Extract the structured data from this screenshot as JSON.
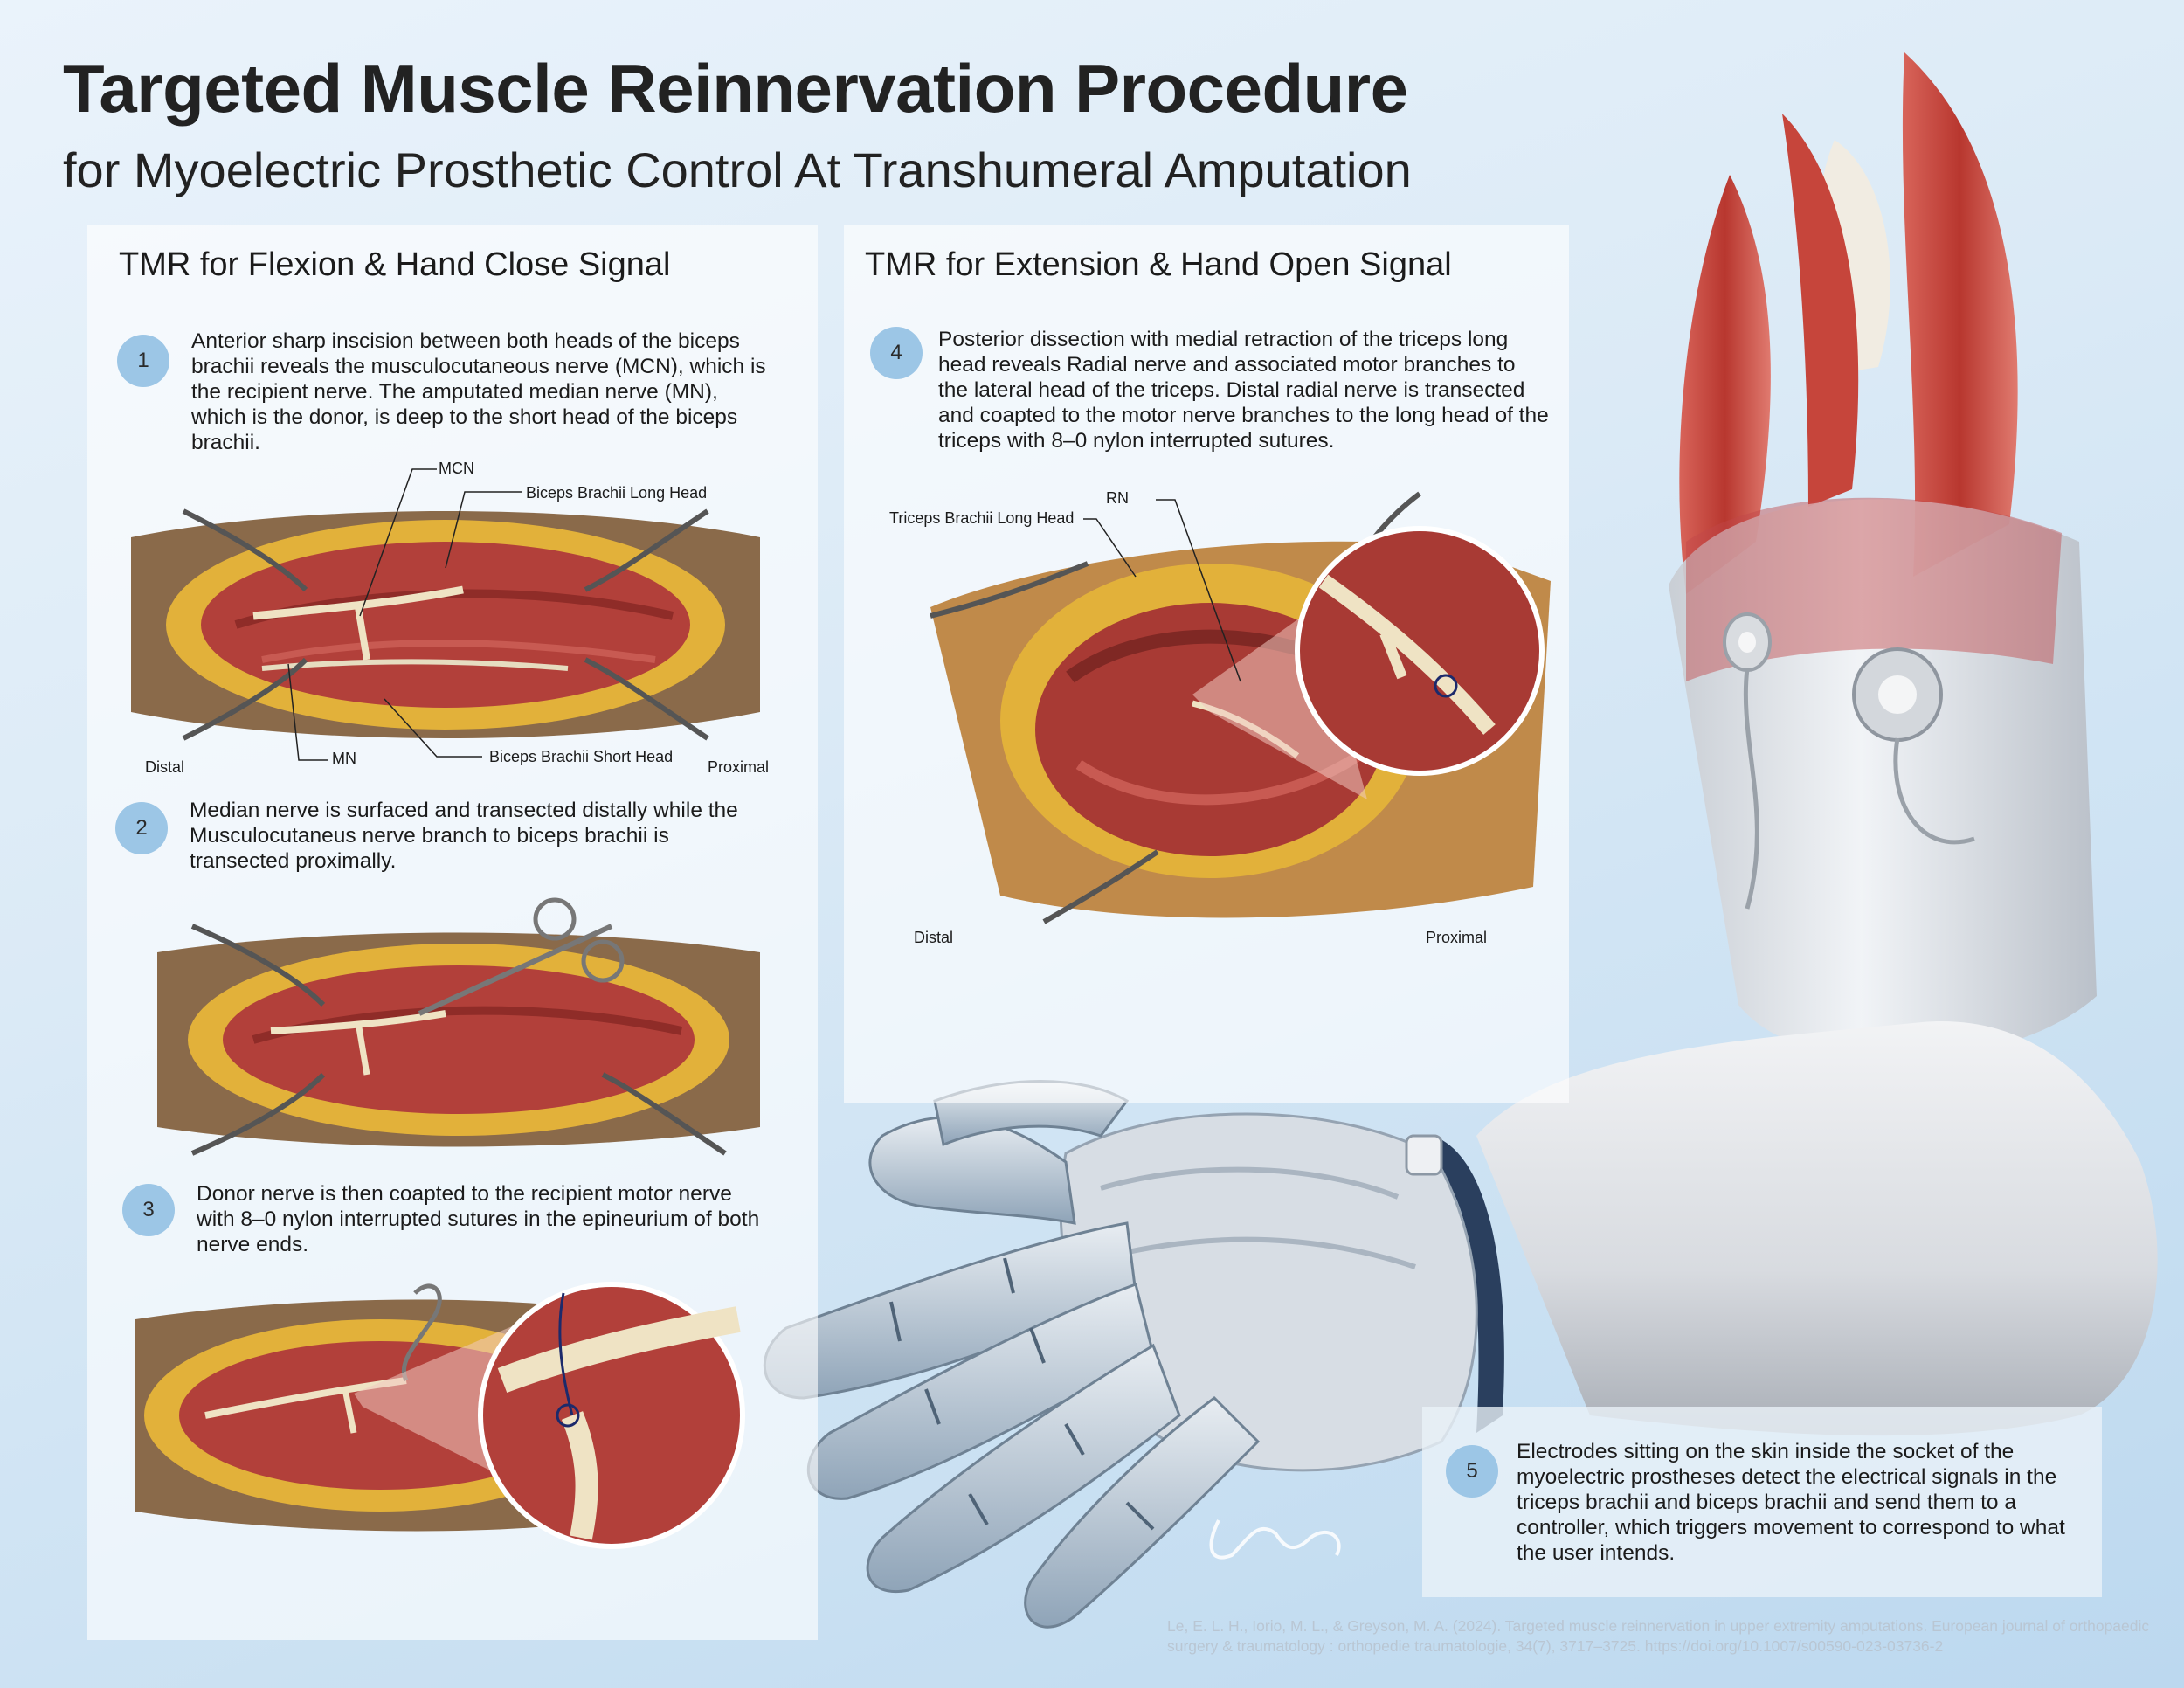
{
  "title": "Targeted Muscle Reinnervation Procedure",
  "subtitle": "for Myoelectric Prosthetic Control At Transhumeral Amputation",
  "panel_flexion": {
    "heading": "TMR for Flexion & Hand Close Signal",
    "steps": [
      {
        "number": "1",
        "text": "Anterior sharp inscision between both heads of the biceps brachii reveals the musculocutaneous nerve (MCN), which is the recipient nerve. The amputated median nerve (MN), which is the donor, is deep to the short head of the biceps brachii."
      },
      {
        "number": "2",
        "text": "Median nerve is surfaced and transected distally while the Musculocutaneus nerve branch to biceps brachii is transected proximally."
      },
      {
        "number": "3",
        "text": "Donor nerve is then coapted to the recipient motor nerve with 8–0 nylon interrupted sutures in the epineurium of both nerve ends."
      }
    ],
    "labels": {
      "mcn": "MCN",
      "biceps_long": "Biceps Brachii Long Head",
      "mn": "MN",
      "biceps_short": "Biceps Brachii Short Head",
      "distal": "Distal",
      "proximal": "Proximal"
    }
  },
  "panel_extension": {
    "heading": "TMR for Extension & Hand Open Signal",
    "step": {
      "number": "4",
      "text": "Posterior dissection with medial retraction of the triceps long head reveals Radial nerve and associated motor branches to the lateral head of the triceps. Distal radial nerve is transected and coapted to the motor nerve branches to the long head of the triceps with  8–0 nylon interrupted sutures."
    },
    "labels": {
      "rn": "RN",
      "triceps_long": "Triceps Brachii Long Head",
      "distal": "Distal",
      "proximal": "Proximal"
    }
  },
  "panel_electrodes": {
    "step": {
      "number": "5",
      "text": "Electrodes sitting on the skin inside the socket of the myoelectric prostheses detect the electrical signals in the triceps brachii and biceps brachii and send them to a controller, which triggers movement to correspond to what the user intends."
    }
  },
  "citation": "Le, E. L. H., Iorio, M. L., & Greyson, M. A. (2024). Targeted muscle reinnervation in upper extremity amputations. European journal of orthopaedic surgery & traumatology : orthopedie traumatologie, 34(7), 3717–3725. https://doi.org/10.1007/s00590-023-03736-2",
  "colors": {
    "badge": "#9cc6e6",
    "muscle": "#b8433a",
    "fat": "#e6b63c",
    "nerve": "#efe3c4",
    "prosthesis": "#e4e6ea"
  }
}
